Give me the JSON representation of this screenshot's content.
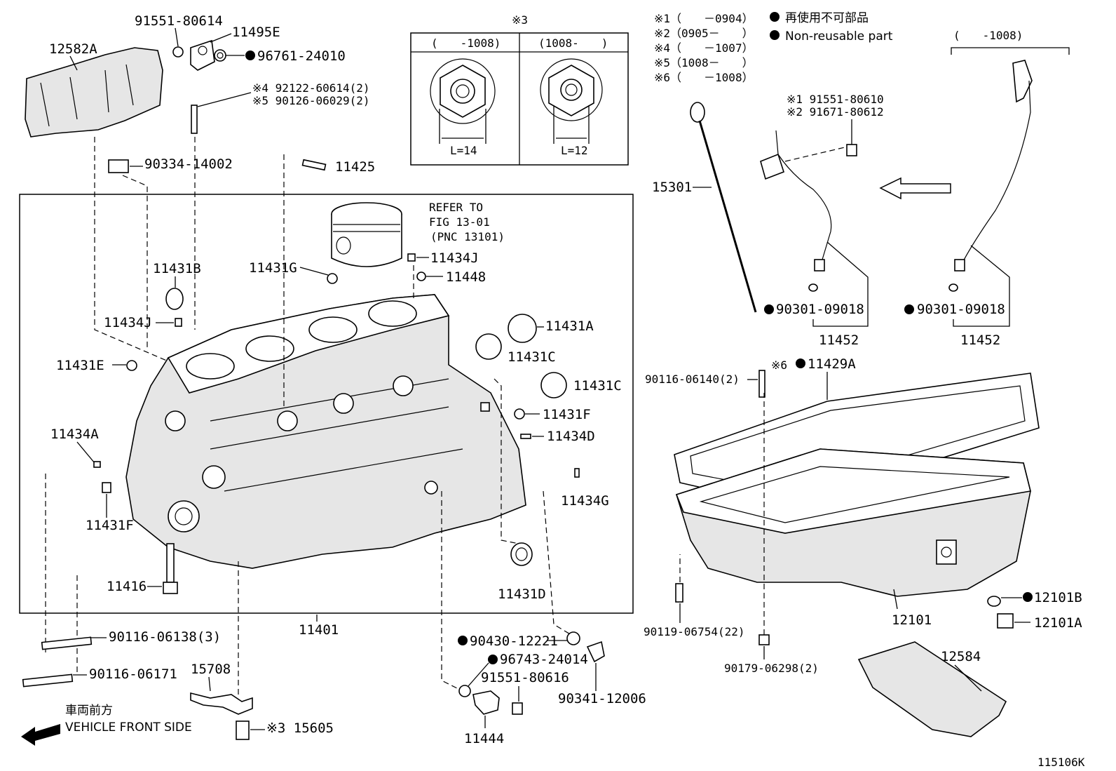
{
  "legend": {
    "note_1": "※1（　　－0904）",
    "note_2": "※2（0905－　　）",
    "note_4": "※4（　　－1007）",
    "note_5": "※5（1008－　　）",
    "note_6": "※6（　　－1008）",
    "nonreusable_jp": "再使用不可部品",
    "nonreusable_en": "Non-reusable part"
  },
  "inset": {
    "marker": "※3",
    "col1_header": "(　　-1008)",
    "col2_header": "(1008-　　)",
    "col1_dim": "L=14",
    "col2_dim": "L=12"
  },
  "dipstick_inset": {
    "header": "(　　-1008)"
  },
  "refer": {
    "line1": "REFER TO",
    "line2": "FIG 13-01",
    "line3": "(PNC 13101)"
  },
  "labels": {
    "p12582A": "12582A",
    "p91551_80614": "91551-80614",
    "p11495E": "11495E",
    "p96761_24010": "96761-24010",
    "p92122": "※4 92122-60614(2)",
    "p90126": "※5 90126-06029(2)",
    "p90334": "90334-14002",
    "p11425": "11425",
    "p11434J_top": "11434J",
    "p11448": "11448",
    "p11431B": "11431B",
    "p11431G": "11431G",
    "p11434J_left": "11434J",
    "p11431A": "11431A",
    "p11431E": "11431E",
    "p11431C_a": "11431C",
    "p11431C_b": "11431C",
    "p11431F_r": "11431F",
    "p11434A": "11434A",
    "p11434D": "11434D",
    "p11434G": "11434G",
    "p11431F_l": "11431F",
    "p11416": "11416",
    "p11431D": "11431D",
    "p11401": "11401",
    "p90116_06138": "90116-06138(3)",
    "p90116_06171": "90116-06171",
    "p15708": "15708",
    "p15605": "※3 15605",
    "p90430": "90430-12221",
    "p96743": "96743-24014",
    "p91551_80616": "91551-80616",
    "p90341": "90341-12006",
    "p11444": "11444",
    "p15301": "15301",
    "p91551_80610": "※1 91551-80610",
    "p91671_80612": "※2 91671-80612",
    "p90301_a": "90301-09018",
    "p90301_b": "90301-09018",
    "p11452_a": "11452",
    "p11452_b": "11452",
    "p90116_06140": "90116-06140(2)",
    "p11429A_marker": "※6",
    "p11429A": "11429A",
    "p12101B": "12101B",
    "p12101A": "12101A",
    "p12101": "12101",
    "p90119": "90119-06754(22)",
    "p90179": "90179-06298(2)",
    "p12584": "12584"
  },
  "footer": {
    "front_jp": "車両前方",
    "front_en": "VEHICLE FRONT SIDE",
    "figure_id": "115106K"
  }
}
